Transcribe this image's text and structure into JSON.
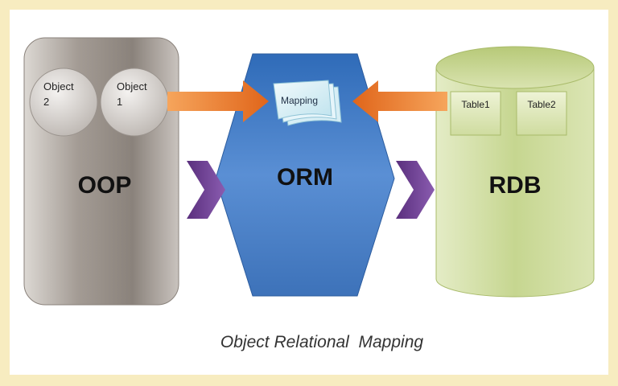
{
  "diagram": {
    "oop": {
      "label": "OOP",
      "objects": [
        {
          "line1": "Object",
          "line2": "2"
        },
        {
          "line1": "Object",
          "line2": "1"
        }
      ]
    },
    "orm": {
      "label": "ORM",
      "mapping_label": "Mapping"
    },
    "rdb": {
      "label": "RDB",
      "tables": [
        "Table1",
        "Table2"
      ]
    },
    "caption": "Object Relational  Mapping"
  },
  "colors": {
    "page_border": "#f7ecc0",
    "oop_fill": "#8f8780",
    "orm_fill": "#4f7fc6",
    "rdb_fill": "#c7d88a",
    "arrow_orange": "#e8782a",
    "chevron_purple": "#6b3f8f"
  }
}
